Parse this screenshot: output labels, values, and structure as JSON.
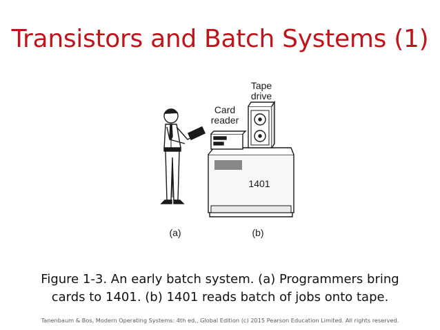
{
  "slide": {
    "title": "Transistors and Batch Systems (1)",
    "figure": {
      "tape_drive_label_line1": "Tape",
      "tape_drive_label_line2": "drive",
      "card_reader_label_line1": "Card",
      "card_reader_label_line2": "reader",
      "machine_label": "1401",
      "label_a": "(a)",
      "label_b": "(b)"
    },
    "caption_line1": "Figure 1-3. An early batch system. (a) Programmers bring",
    "caption_line2": "cards to 1401.  (b) 1401 reads batch of jobs onto tape.",
    "footer": "Tanenbaum & Bos, Modern  Operating Systems: 4th ed., Global Edition (c) 2015 Pearson Education Limited. All rights reserved."
  }
}
